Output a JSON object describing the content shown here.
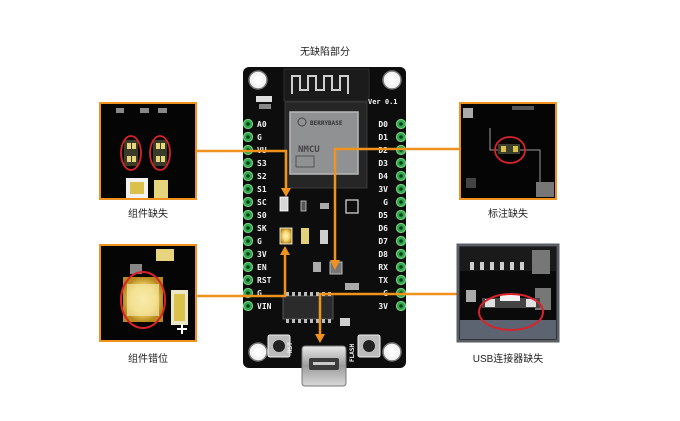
{
  "title": "无缺陷部分",
  "callouts": [
    {
      "id": "missing-component",
      "label": "组件缺失"
    },
    {
      "id": "missing-marking",
      "label": "标注缺失"
    },
    {
      "id": "misaligned-component",
      "label": "组件错位"
    },
    {
      "id": "missing-usb-connector",
      "label": "USB连接器缺失"
    }
  ],
  "board": {
    "version_label": "Ver 0.1",
    "left_pins": [
      "A0",
      "G",
      "VU",
      "S3",
      "S2",
      "S1",
      "SC",
      "S0",
      "SK",
      "G",
      "3V",
      "EN",
      "RST",
      "G",
      "VIN"
    ],
    "right_pins": [
      "D0",
      "D1",
      "D2",
      "D3",
      "D4",
      "3V",
      "G",
      "D5",
      "D6",
      "D7",
      "D8",
      "RX",
      "TX",
      "G",
      "3V"
    ],
    "rst_button": "RST",
    "flash_button": "FLASH",
    "module_lines": [
      "BERRYBASE",
      "NMCU"
    ]
  },
  "colors": {
    "leader": "#f0931e",
    "frame_orange": "#f0931e",
    "frame_gray": "#5a5f66",
    "defect_ring": "#d8232a",
    "pcb": "#0d0d0d"
  }
}
